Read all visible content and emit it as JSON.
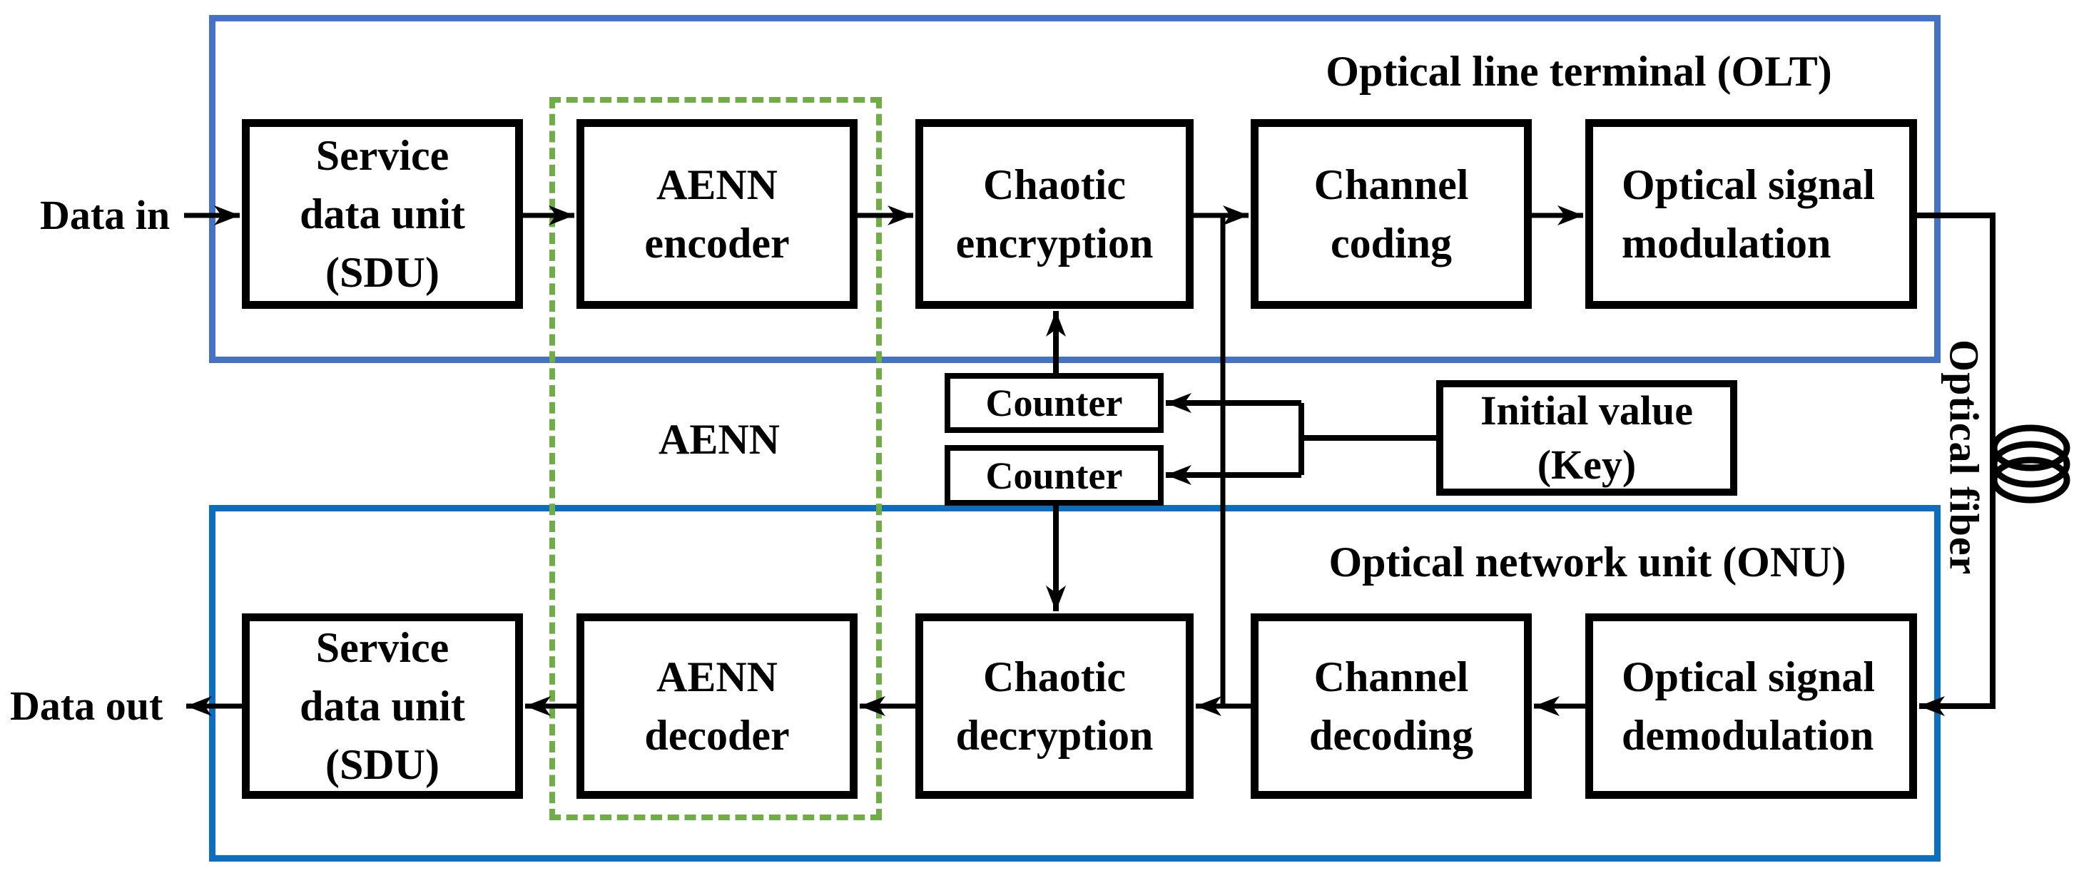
{
  "colors": {
    "olt_border": "#4472C4",
    "onu_border": "#0C6EBE",
    "aenn_border": "#70AD47",
    "box_border": "#000000",
    "background": "#FFFFFF"
  },
  "io": {
    "data_in": "Data in",
    "data_out": "Data out"
  },
  "olt": {
    "title": "Optical line terminal (OLT)",
    "boxes": {
      "sdu": "Service\ndata unit\n(SDU)",
      "aenn_encoder": "AENN\nencoder",
      "chaotic_encryption": "Chaotic\nencryption",
      "channel_coding": "Channel\ncoding",
      "optical_modulation": "Optical signal\nmodulation"
    }
  },
  "onu": {
    "title": "Optical network unit (ONU)",
    "boxes": {
      "sdu": "Service\ndata unit\n(SDU)",
      "aenn_decoder": "AENN\ndecoder",
      "chaotic_decryption": "Chaotic\ndecryption",
      "channel_decoding": "Channel\ndecoding",
      "optical_demodulation": "Optical signal\ndemodulation"
    }
  },
  "aenn": {
    "label": "AENN"
  },
  "key_distribution": {
    "counter_top": "Counter",
    "counter_bottom": "Counter",
    "initial_value": "Initial value\n(Key)"
  },
  "fiber": {
    "label": "Optical fiber",
    "coil_icon": "fiber-coil-icon"
  }
}
